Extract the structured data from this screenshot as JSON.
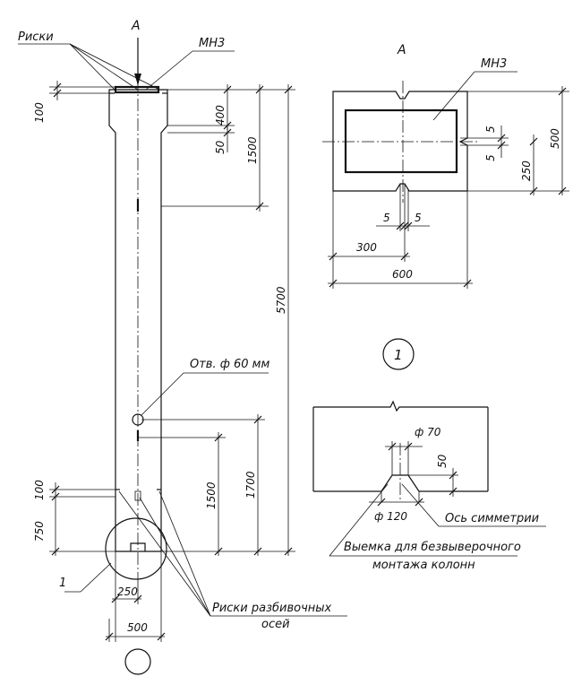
{
  "labels": {
    "view_a_arrow": "А",
    "view_a_title": "А",
    "marks": "Риски",
    "mn3_main": "МН3",
    "mn3_section": "МН3",
    "hole": "Отв. ф 60 мм",
    "detail_callout": "1",
    "detail_circle": "1",
    "axis_symmetry": "Ось симметрии",
    "recess_line1": "Выемка для безвыверочного",
    "recess_line2": "монтажа колонн",
    "axis_marks_line1": "Риски разбивочных",
    "axis_marks_line2": "осей"
  },
  "dimensions": {
    "d100_top": "100",
    "d400": "400",
    "d50": "50",
    "d1500_top": "1500",
    "d5700": "5700",
    "d1500_bottom": "1500",
    "d1700": "1700",
    "d100_bottom": "100",
    "d750": "750",
    "d250_bottom": "250",
    "d500_bottom": "500",
    "sec_5_right_a": "5",
    "sec_5_right_b": "5",
    "sec_500": "500",
    "sec_250": "250",
    "sec_5_left": "5",
    "sec_5_mid": "5",
    "sec_300": "300",
    "sec_600": "600",
    "det_phi70": "ф 70",
    "det_50": "50",
    "det_phi120": "ф 120"
  }
}
